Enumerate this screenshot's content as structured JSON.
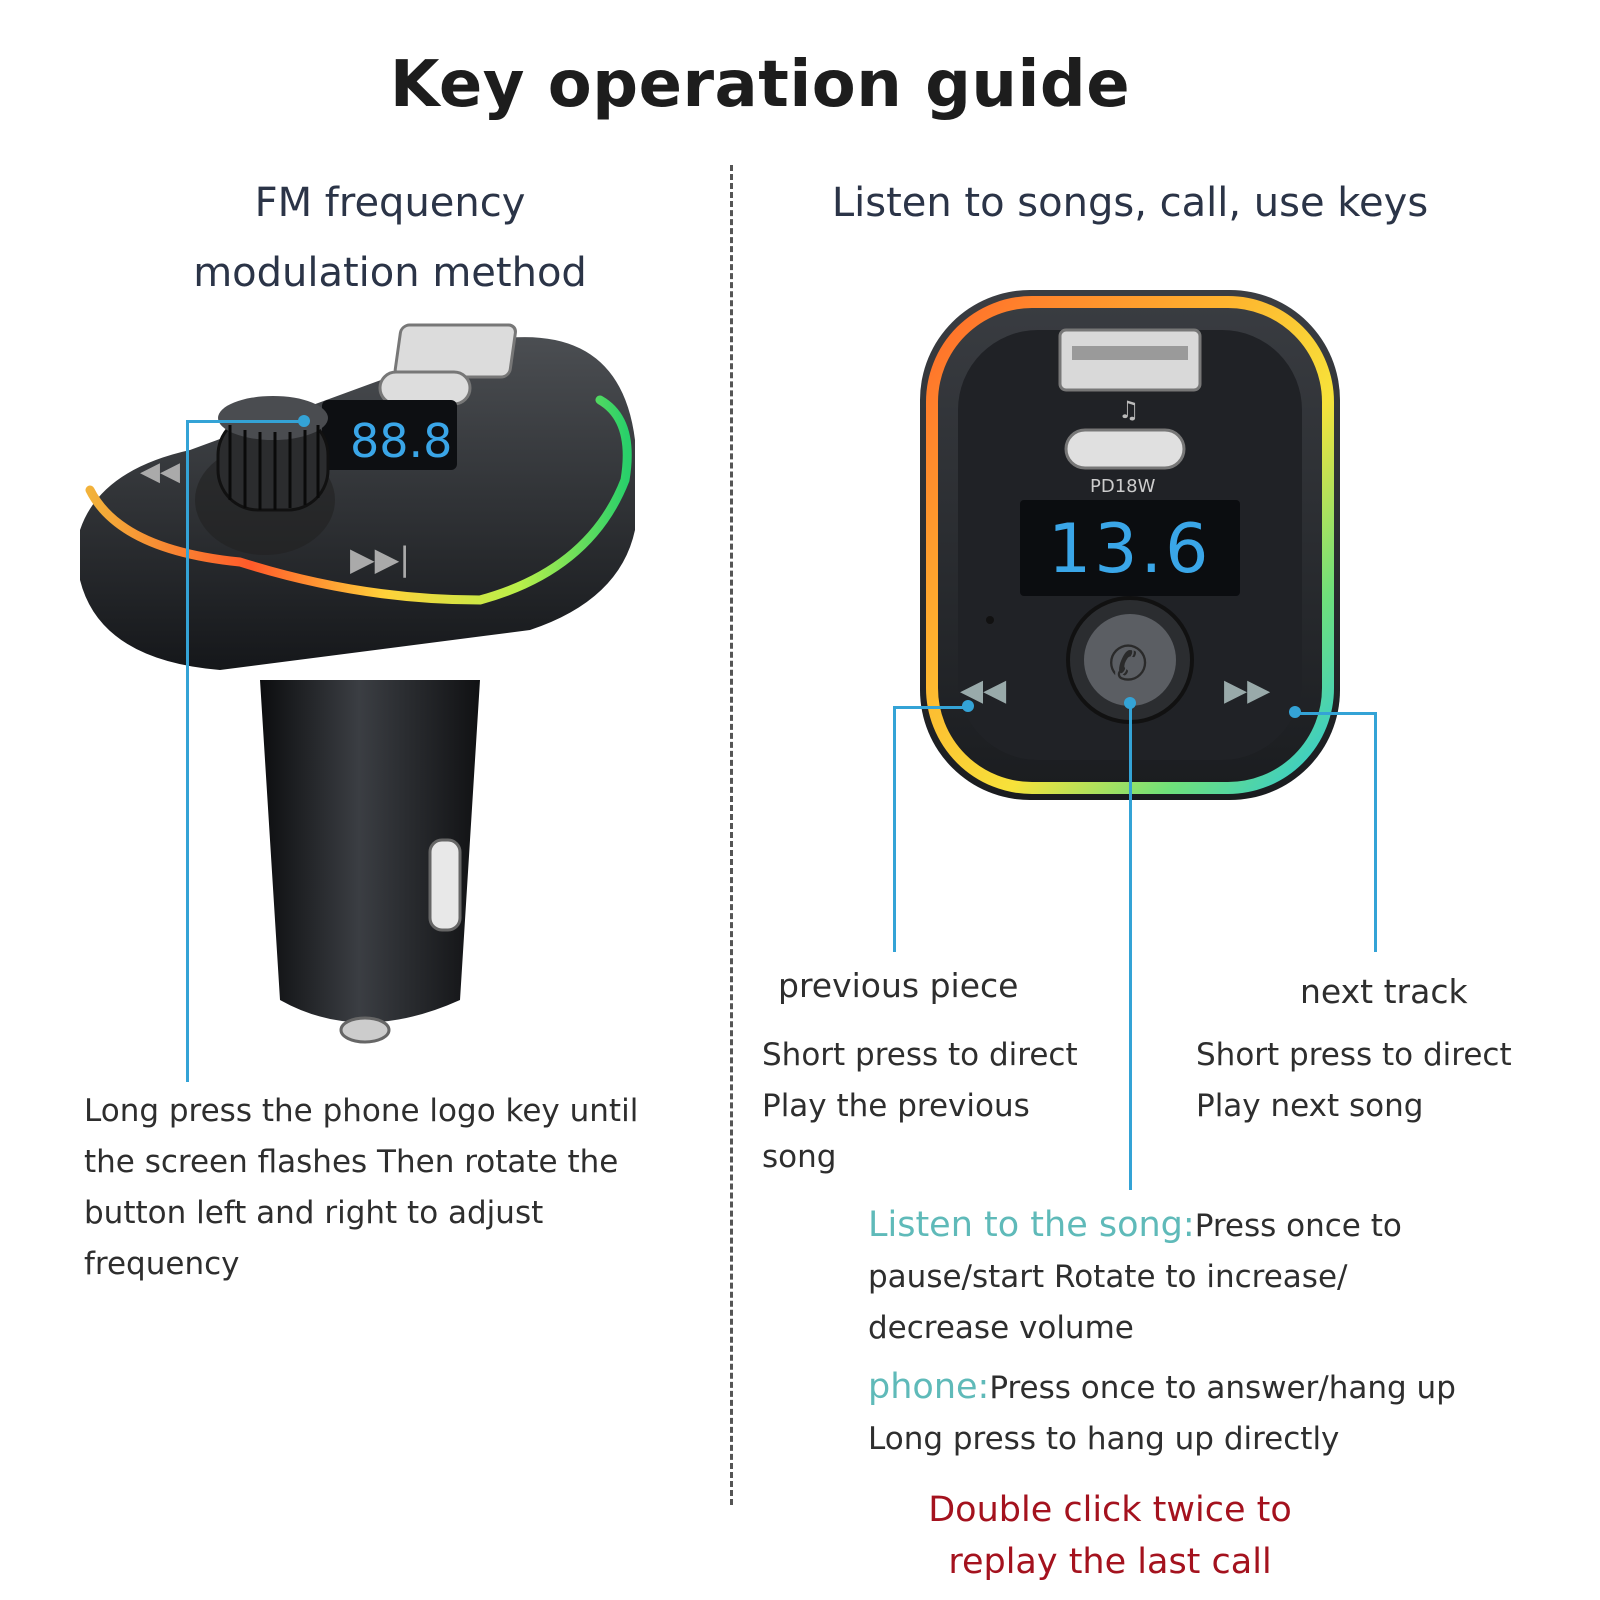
{
  "title": "Key operation guide",
  "left": {
    "heading_line1": "FM frequency",
    "heading_line2": "modulation method",
    "instructions": [
      "Long press the phone logo key until",
      "the screen flashes Then rotate the",
      "button left and right to adjust",
      "frequency"
    ],
    "device_display": "88.8"
  },
  "right": {
    "heading": "Listen to songs, call, use keys",
    "device_display": "13.6",
    "port_label": "PD18W",
    "previous": {
      "title": "previous piece",
      "lines": [
        "Short press to direct",
        "Play the previous",
        "song"
      ]
    },
    "next": {
      "title": "next track",
      "lines": [
        "Short press to direct",
        "Play next song"
      ]
    },
    "listen": {
      "label": "Listen to the song:",
      "line1": "Press once to",
      "line2": "pause/start Rotate to increase/",
      "line3": "decrease volume"
    },
    "phone": {
      "label": "phone:",
      "line1": "Press once to answer/hang up",
      "line2": "Long press to hang up directly"
    },
    "double_click": {
      "line1": "Double click twice to",
      "line2": "replay the last call"
    }
  },
  "colors": {
    "accent_line": "#34a3d6",
    "teal_label": "#5fbab9",
    "red_note": "#a4121e"
  }
}
